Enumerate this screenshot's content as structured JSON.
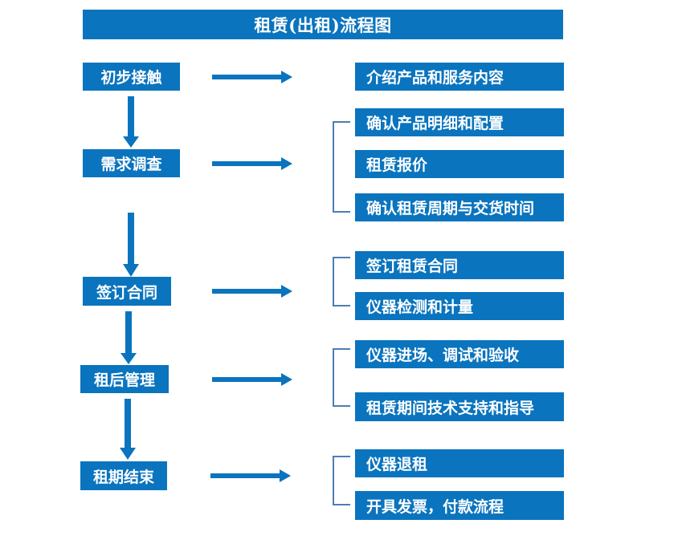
{
  "diagram": {
    "title": "租赁(出租)流程图",
    "colors": {
      "primary_blue": "#0a74be",
      "bracket_blue": "#4a7fb5",
      "text_on_blue": "#ffffff",
      "background": "#ffffff"
    },
    "stages": [
      {
        "id": "stage-1",
        "label": "初步接触"
      },
      {
        "id": "stage-2",
        "label": "需求调查"
      },
      {
        "id": "stage-3",
        "label": "签订合同"
      },
      {
        "id": "stage-4",
        "label": "租后管理"
      },
      {
        "id": "stage-5",
        "label": "租期结束"
      }
    ],
    "details": [
      {
        "id": "detail-1",
        "label": "介绍产品和服务内容"
      },
      {
        "id": "detail-2",
        "label": "确认产品明细和配置"
      },
      {
        "id": "detail-3",
        "label": "租赁报价"
      },
      {
        "id": "detail-4",
        "label": "确认租赁周期与交货时间"
      },
      {
        "id": "detail-5",
        "label": "签订租赁合同"
      },
      {
        "id": "detail-6",
        "label": "仪器检测和计量"
      },
      {
        "id": "detail-7",
        "label": "仪器进场、调试和验收"
      },
      {
        "id": "detail-8",
        "label": "租赁期间技术支持和指导"
      },
      {
        "id": "detail-9",
        "label": "仪器退租"
      },
      {
        "id": "detail-10",
        "label": "开具发票，付款流程"
      }
    ],
    "connectors": {
      "horizontal_arrow_count": 5,
      "vertical_arrow_count": 4,
      "bracket_count": 4
    }
  }
}
